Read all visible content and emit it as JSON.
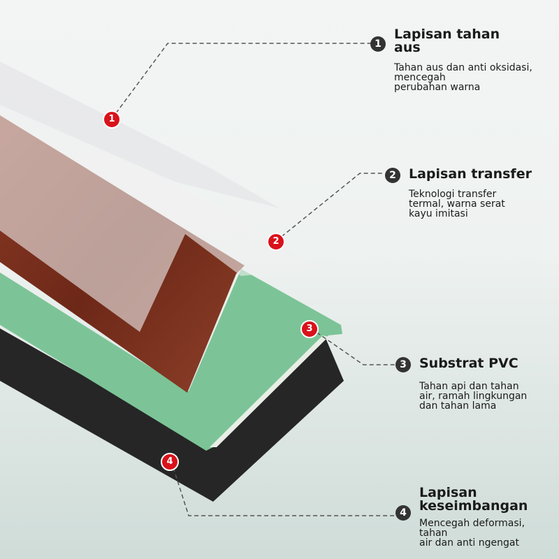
{
  "layers": [
    {
      "number": "1",
      "title_lines": [
        "Lapisan tahan",
        "aus"
      ],
      "desc_lines": [
        "Tahan aus dan anti oksidasi,",
        "mencegah",
        "perubahan warna"
      ]
    },
    {
      "number": "2",
      "title_lines": [
        "Lapisan transfer"
      ],
      "desc_lines": [
        "Teknologi transfer",
        "termal, warna serat",
        "kayu imitasi"
      ]
    },
    {
      "number": "3",
      "title_lines": [
        "Substrat PVC"
      ],
      "desc_lines": [
        "Tahan api dan tahan",
        "air, ramah lingkungan",
        "dan tahan lama"
      ]
    },
    {
      "number": "4",
      "title_lines": [
        "Lapisan",
        "keseimbangan"
      ],
      "desc_lines": [
        "Mencegah deformasi,",
        "tahan",
        "air dan anti ngengat"
      ]
    }
  ],
  "colors": {
    "marker_red": "#d9121b",
    "wood": "#7a3020",
    "pvc_green": "#7cc497",
    "balance_black": "#262626"
  }
}
